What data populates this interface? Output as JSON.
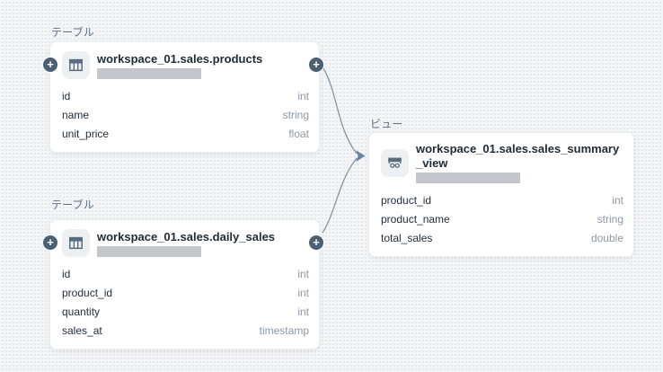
{
  "diagram": {
    "nodes": [
      {
        "kind": "テーブル",
        "entity_type": "table",
        "title": "workspace_01.sales.products",
        "icon": "table-icon",
        "masked_subtitle": true,
        "columns": [
          {
            "name": "id",
            "type": "int"
          },
          {
            "name": "name",
            "type": "string"
          },
          {
            "name": "unit_price",
            "type": "float"
          }
        ]
      },
      {
        "kind": "テーブル",
        "entity_type": "table",
        "title": "workspace_01.sales.daily_sales",
        "icon": "table-icon",
        "masked_subtitle": true,
        "columns": [
          {
            "name": "id",
            "type": "int"
          },
          {
            "name": "product_id",
            "type": "int"
          },
          {
            "name": "quantity",
            "type": "int"
          },
          {
            "name": "sales_at",
            "type": "timestamp"
          }
        ]
      },
      {
        "kind": "ビュー",
        "entity_type": "view",
        "title": "workspace_01.sales.sales_summary_view",
        "icon": "view-icon",
        "masked_subtitle": true,
        "columns": [
          {
            "name": "product_id",
            "type": "int"
          },
          {
            "name": "product_name",
            "type": "string"
          },
          {
            "name": "total_sales",
            "type": "double"
          }
        ]
      }
    ],
    "edges": [
      {
        "from": "workspace_01.sales.products",
        "to": "workspace_01.sales.sales_summary_view"
      },
      {
        "from": "workspace_01.sales.daily_sales",
        "to": "workspace_01.sales.sales_summary_view"
      }
    ],
    "expand_button_label": "+",
    "colors": {
      "background": "#f4f5f6",
      "grid_dot": "#e2e4e7",
      "card_background": "#ffffff",
      "label_text": "#5e7082",
      "title_text": "#1f2b36",
      "column_name_text": "#212e3a",
      "column_type_text": "#8b98a4",
      "icon": "#5a6c7d",
      "plus_button": "#4b6072",
      "edge_line": "#8496a4",
      "masked_bar": "#c3c7cb"
    }
  }
}
